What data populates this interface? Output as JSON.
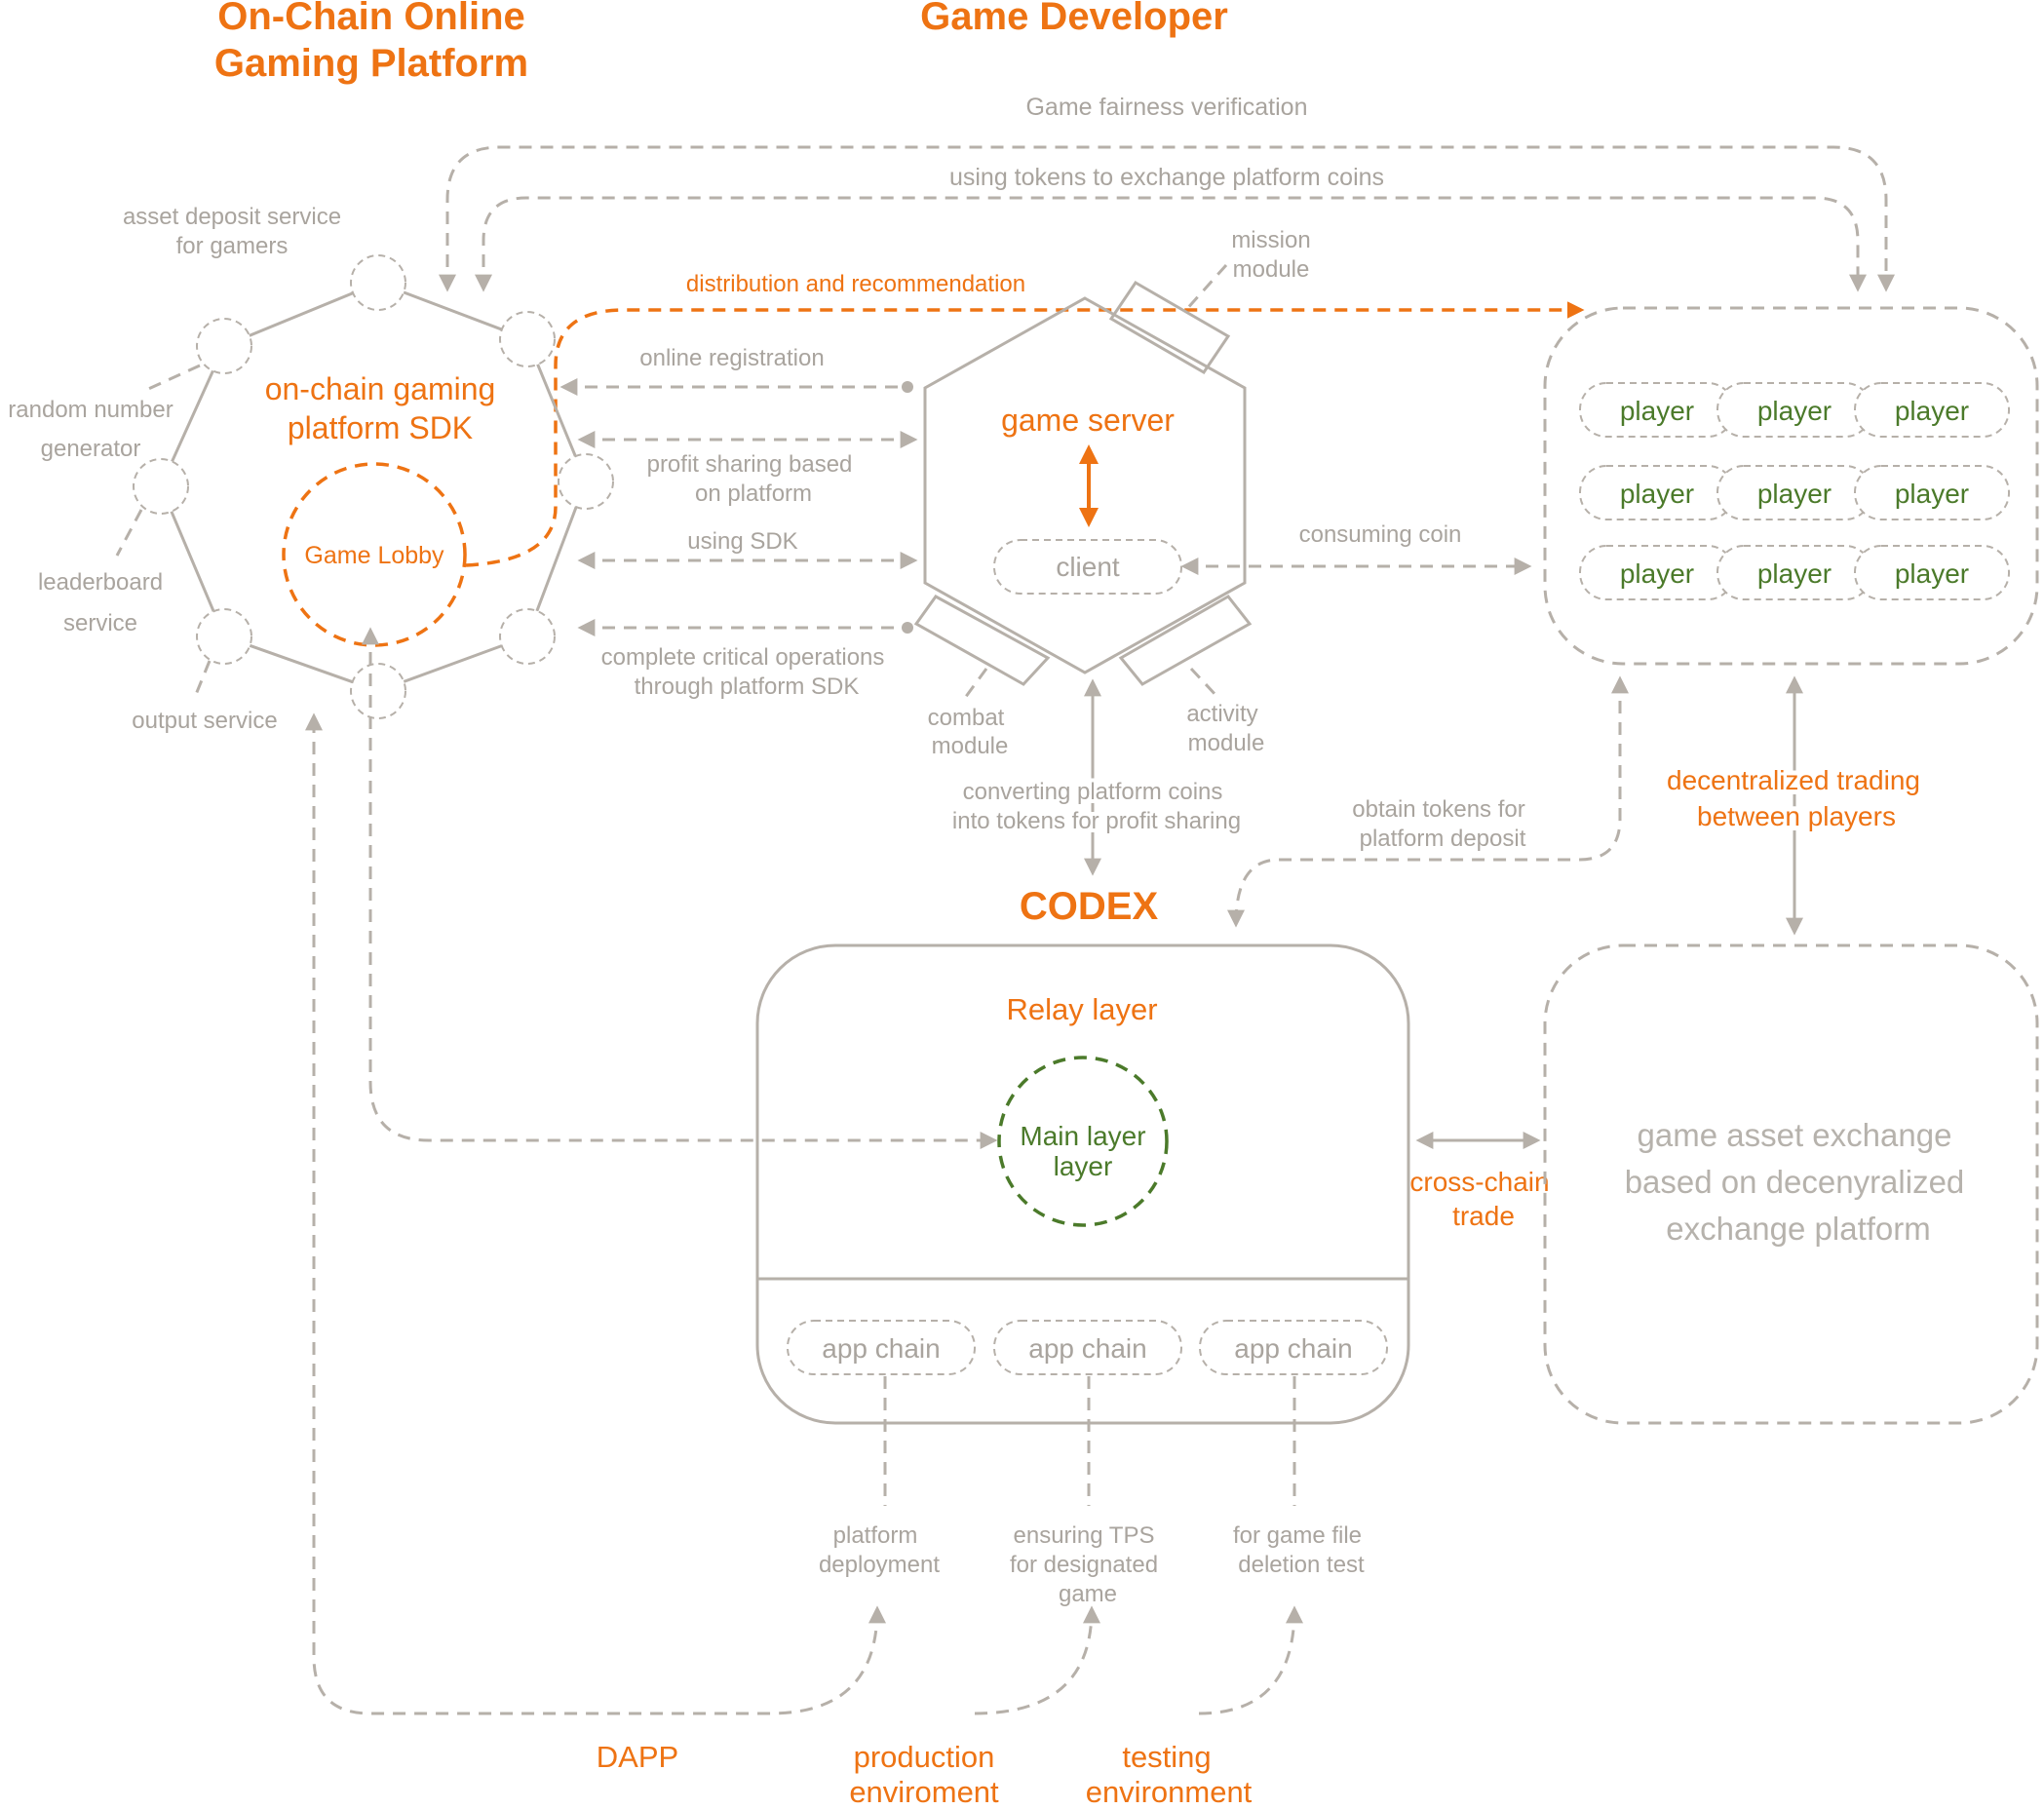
{
  "headers": {
    "platform_line1": "On-Chain Online",
    "platform_line2": "Gaming Platform",
    "developer": "Game Developer",
    "codex": "CODEX"
  },
  "top_flows": {
    "fairness": "Game fairness verification",
    "tokens_exchange": "using tokens to exchange platform coins",
    "distribution": "distribution and recommendation"
  },
  "sdk": {
    "title_line1": "on-chain gaming",
    "title_line2": "platform SDK",
    "lobby": "Game Lobby",
    "asset_deposit_line1": "asset deposit service",
    "asset_deposit_line2": "for gamers",
    "random_line1": "random number",
    "random_line2": "generator",
    "leaderboard_line1": "leaderboard",
    "leaderboard_line2": "service",
    "output": "output service"
  },
  "middle_flows": {
    "online_registration": "online registration",
    "profit_line1": "profit sharing based",
    "profit_line2": "on platform",
    "using_sdk": "using SDK",
    "critical_line1": "complete critical operations",
    "critical_line2": "through platform SDK",
    "consuming_coin": "consuming coin",
    "converting_line1": "converting platform coins",
    "converting_line2": "into tokens for profit sharing",
    "obtain_line1": "obtain tokens for",
    "obtain_line2": "platform deposit",
    "decentralized_line1": "decentralized trading",
    "decentralized_line2": "between players",
    "cross_chain_line1": "cross-chain",
    "cross_chain_line2": "trade"
  },
  "game_server": {
    "title": "game server",
    "client": "client",
    "mission_line1": "mission",
    "mission_line2": "module",
    "combat_line1": "combat",
    "combat_line2": "module",
    "activity_line1": "activity",
    "activity_line2": "module"
  },
  "players": [
    "player",
    "player",
    "player",
    "player",
    "player",
    "player",
    "player",
    "player",
    "player"
  ],
  "codex_box": {
    "relay": "Relay layer",
    "main_line1": "Main layer",
    "main_line2": "layer",
    "app_chains": [
      "app chain",
      "app chain",
      "app chain"
    ]
  },
  "exchange": {
    "line1": "game asset exchange",
    "line2": "based on decenyralized",
    "line3": "exchange platform"
  },
  "bottom": {
    "platform_line1": "platform",
    "platform_line2": "deployment",
    "tps_line1": "ensuring TPS",
    "tps_line2": "for designated",
    "tps_line3": "game",
    "deletion_line1": "for game file",
    "deletion_line2": "deletion test",
    "dapp": "DAPP",
    "production_line1": "production",
    "production_line2": "enviroment",
    "testing_line1": "testing",
    "testing_line2": "environment"
  },
  "colors": {
    "orange": "#EE7313",
    "gray": "#A9A49E",
    "green": "#4B7A2A",
    "line": "#B6B0A9"
  }
}
